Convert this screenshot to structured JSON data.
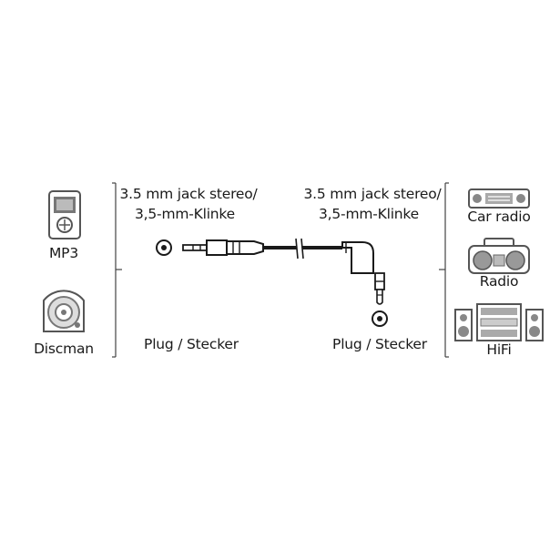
{
  "left_devices": [
    {
      "id": "mp3",
      "label": "MP3",
      "icon": "mp3-player-icon"
    },
    {
      "id": "discman",
      "label": "Discman",
      "icon": "discman-icon"
    }
  ],
  "right_devices": [
    {
      "id": "car-radio",
      "label": "Car radio",
      "icon": "car-radio-icon"
    },
    {
      "id": "radio",
      "label": "Radio",
      "icon": "boombox-icon"
    },
    {
      "id": "hifi",
      "label": "HiFi",
      "icon": "hifi-system-icon"
    }
  ],
  "connector_left": {
    "type_line1": "3.5 mm jack stereo/",
    "type_line2": "3,5-mm-Klinke",
    "gender": "Plug / Stecker",
    "orientation": "straight"
  },
  "connector_right": {
    "type_line1": "3.5 mm jack stereo/",
    "type_line2": "3,5-mm-Klinke",
    "gender": "Plug / Stecker",
    "orientation": "angled"
  },
  "colors": {
    "line": "#1a1a1a",
    "icon_gray": "#9a9a9a",
    "icon_dark": "#555555"
  }
}
